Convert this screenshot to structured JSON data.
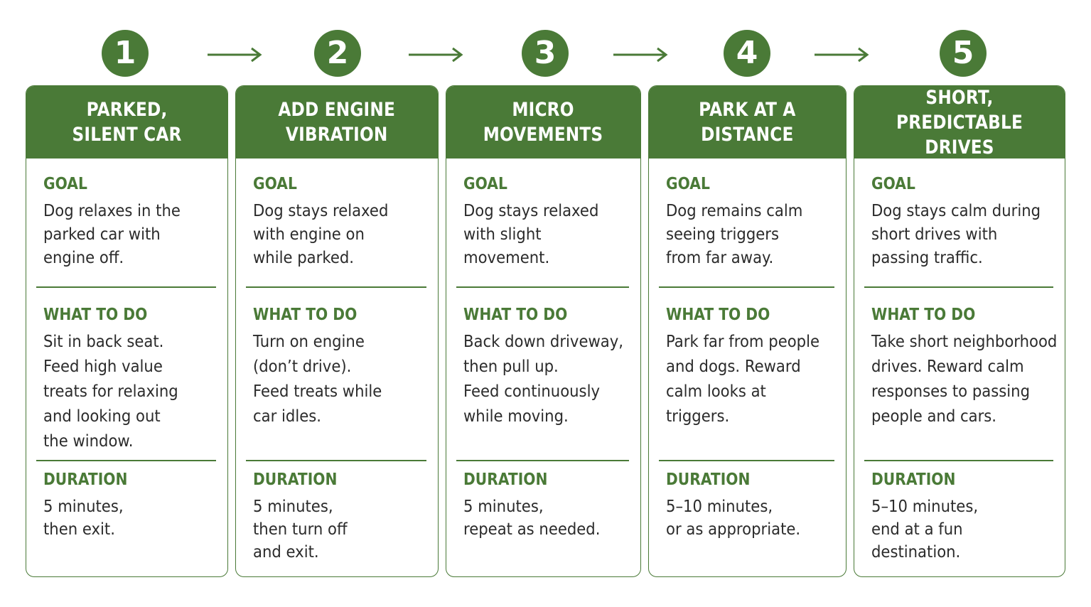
{
  "labels": {
    "goal": "GOAL",
    "what_to_do": "WHAT TO DO",
    "duration": "DURATION"
  },
  "colors": {
    "accent": "#4a7a37",
    "text": "#2b2b2b",
    "background": "#ffffff"
  },
  "steps": [
    {
      "number": "1",
      "title": "PARKED,\nSILENT CAR",
      "goal": "Dog relaxes in the\nparked car with\nengine off.",
      "what_to_do": "Sit in back seat.\nFeed high value\ntreats for relaxing\nand looking out\nthe window.",
      "duration": "5 minutes,\nthen exit."
    },
    {
      "number": "2",
      "title": "ADD ENGINE\nVIBRATION",
      "goal": "Dog stays relaxed\nwith engine on\nwhile parked.",
      "what_to_do": "Turn on engine\n(don’t drive).\nFeed treats while\ncar idles.",
      "duration": "5 minutes,\nthen turn off\nand exit."
    },
    {
      "number": "3",
      "title": "MICRO\nMOVEMENTS",
      "goal": "Dog stays relaxed\nwith slight\nmovement.",
      "what_to_do": "Back down driveway,\nthen pull up.\nFeed continuously\nwhile moving.",
      "duration": "5 minutes,\nrepeat as needed."
    },
    {
      "number": "4",
      "title": "PARK AT A\nDISTANCE",
      "goal": "Dog remains calm\nseeing triggers\nfrom far away.",
      "what_to_do": "Park far from people\nand dogs. Reward\ncalm looks at\ntriggers.",
      "duration": "5–10 minutes,\nor as appropriate."
    },
    {
      "number": "5",
      "title": "SHORT,\nPREDICTABLE DRIVES",
      "goal": "Dog stays calm during\nshort drives with\npassing traffic.",
      "what_to_do": "Take short neighborhood\ndrives. Reward calm\nresponses to passing\npeople and cars.",
      "duration": "5–10 minutes,\nend at a fun\ndestination."
    }
  ]
}
